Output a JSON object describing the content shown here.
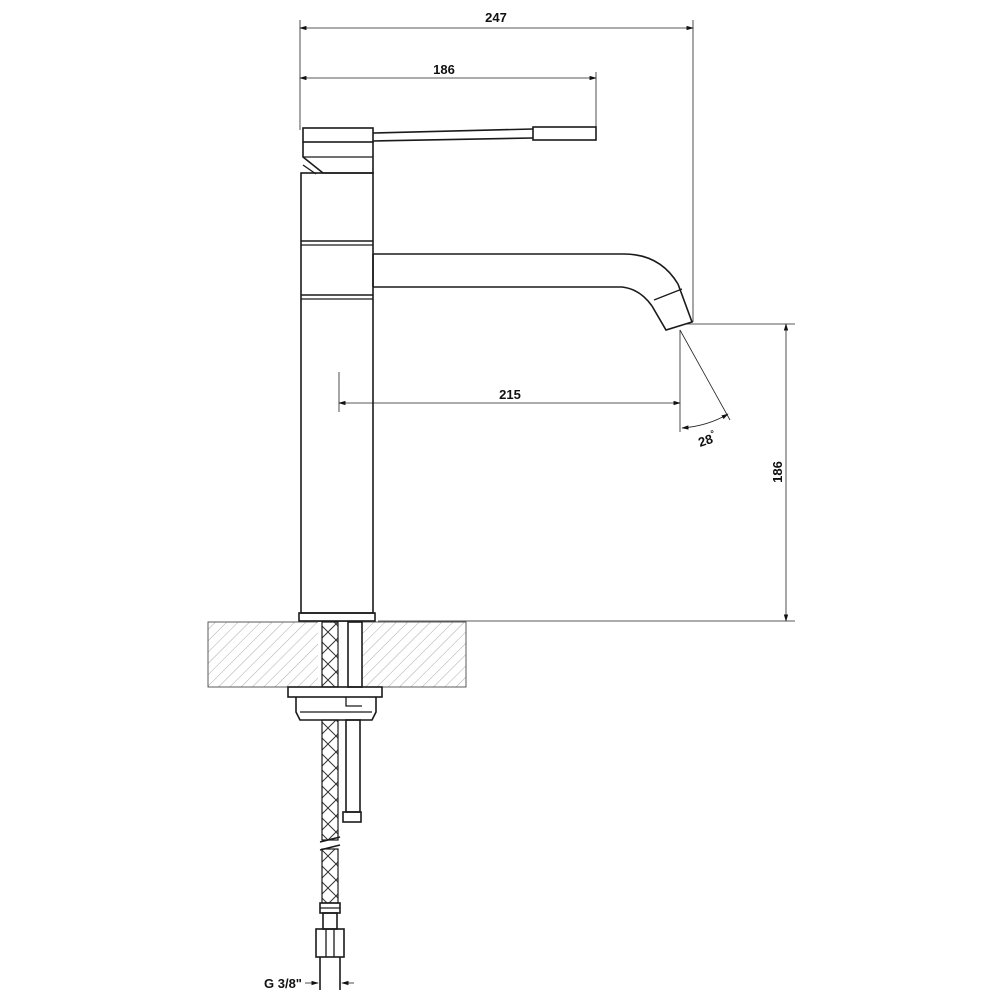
{
  "dimensions": {
    "overall_width": "247",
    "handle_reach": "186",
    "spout_reach": "215",
    "spout_height": "186",
    "spray_angle": "28",
    "spray_angle_unit": "°",
    "connection_thread": "G 3/8\""
  },
  "colors": {
    "line": "#1a1a1a",
    "background": "#ffffff"
  }
}
